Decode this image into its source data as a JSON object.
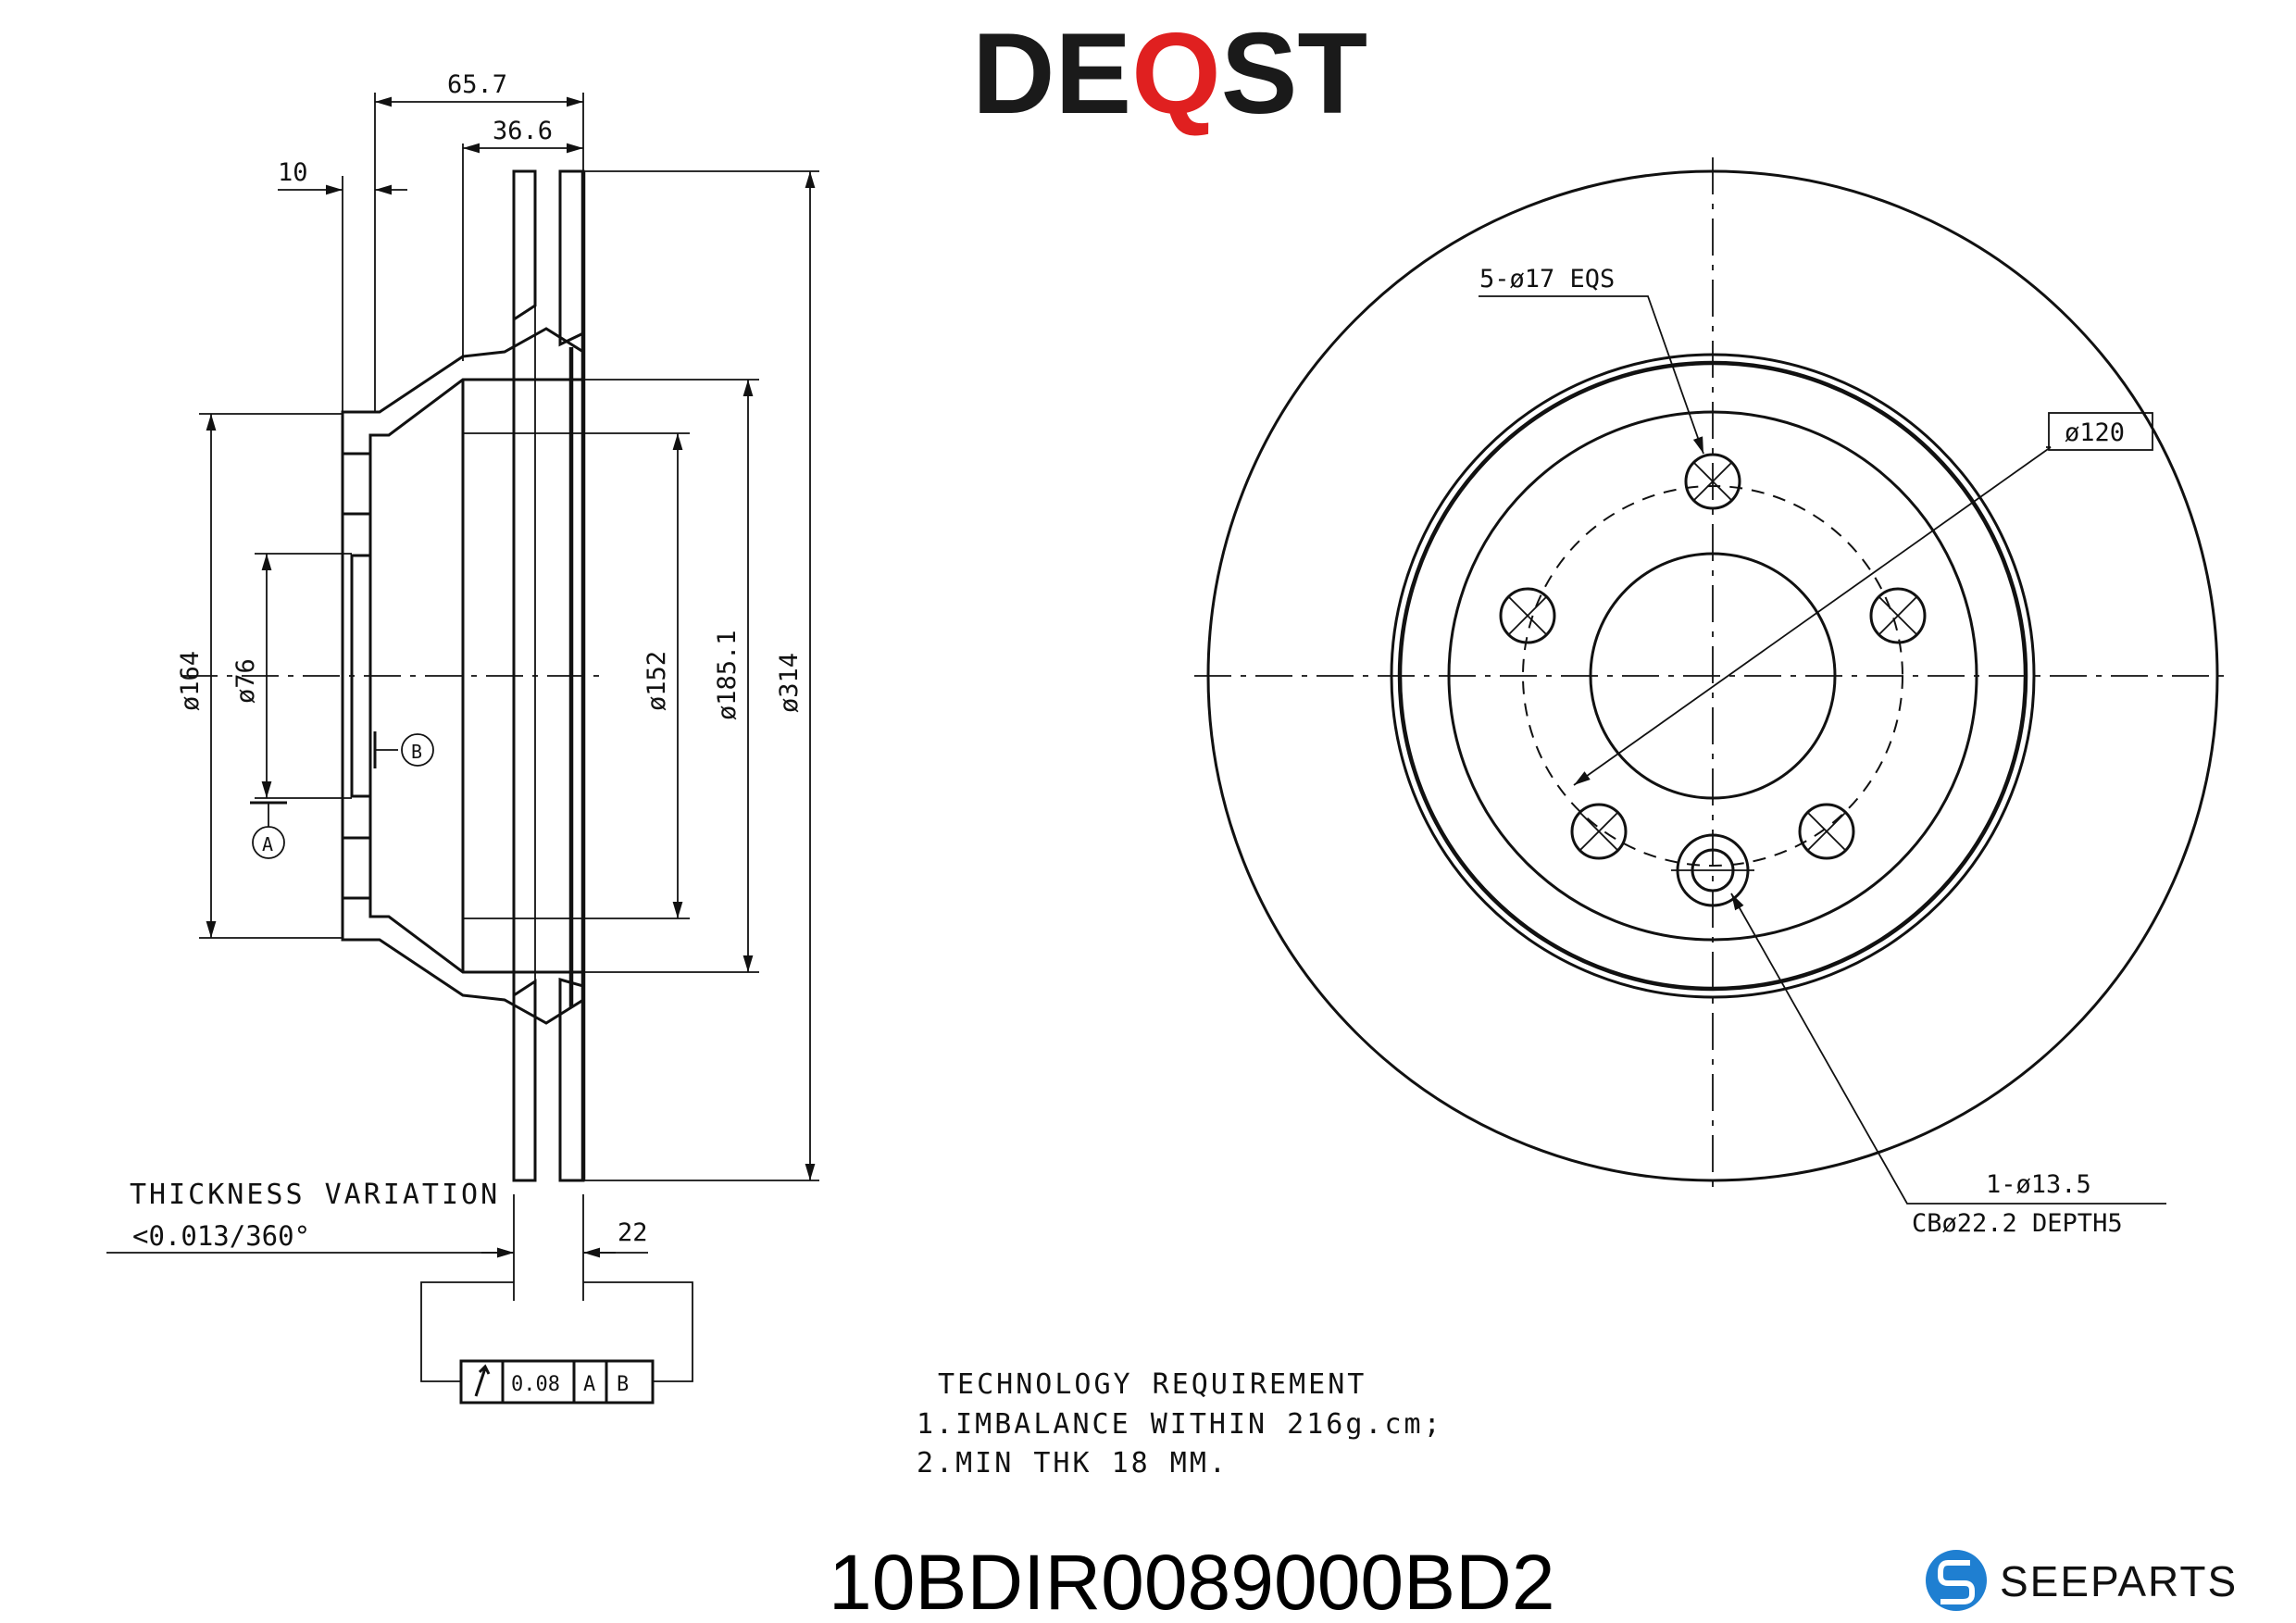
{
  "brand": {
    "logo_de": "DE",
    "logo_q": "Q",
    "logo_st": "ST",
    "logo_color_dark": "#1a1a1a",
    "logo_color_accent": "#e02020"
  },
  "part_number": "10BDIR0089000BD2",
  "seeparts": {
    "name": "SEEPARTS",
    "icon_color": "#1f7fd1"
  },
  "side_view": {
    "dim_65_7": "65.7",
    "dim_36_6": "36.6",
    "dim_10": "10",
    "dia_164": "ø164",
    "dia_76": "ø76",
    "dia_152": "ø152",
    "dia_185_1": "ø185.1",
    "dia_314": "ø314",
    "datum_a": "A",
    "datum_b": "B",
    "dim_22": "22",
    "thickness_title": "THICKNESS VARIATION",
    "thickness_value": "<0.013/360°",
    "fcf_value": "0.08",
    "fcf_a": "A",
    "fcf_b": "B"
  },
  "front_view": {
    "bolt_holes": "5-ø17 EQS",
    "pcd": "ø120",
    "locator_hole": "1-ø13.5",
    "counterbore": "CBø22.2 DEPTH5"
  },
  "requirements": {
    "title": "TECHNOLOGY REQUIREMENT",
    "line1": "1.IMBALANCE WITHIN 216g.cm;",
    "line2": "2.MIN THK 18 MM."
  }
}
